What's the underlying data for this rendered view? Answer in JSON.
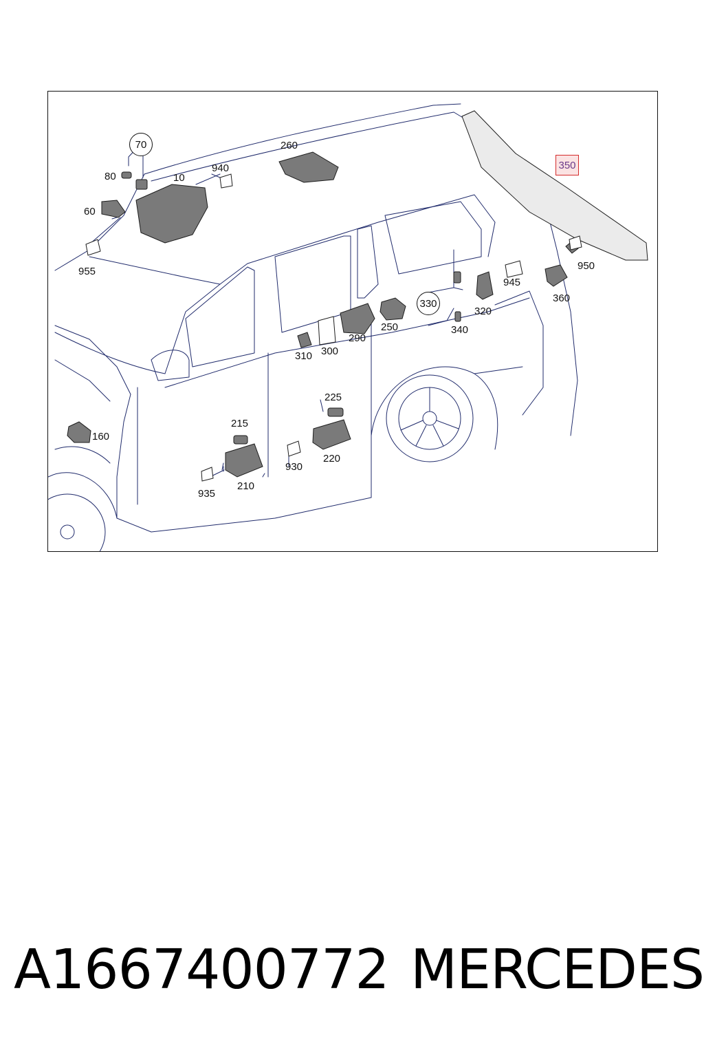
{
  "diagram": {
    "labels": {
      "p10": "10",
      "p60": "60",
      "p80": "80",
      "p160": "160",
      "p210": "210",
      "p215": "215",
      "p220": "220",
      "p225": "225",
      "p250": "250",
      "p260": "260",
      "p290": "290",
      "p300": "300",
      "p310": "310",
      "p320": "320",
      "p340": "340",
      "p360": "360",
      "p930": "930",
      "p935": "935",
      "p940": "940",
      "p945": "945",
      "p950": "950",
      "p955": "955"
    },
    "circled": {
      "p70": "70",
      "p330": "330"
    },
    "highlighted": {
      "p350": "350"
    }
  },
  "footer": {
    "part_number": "A1667400772",
    "brand": "MERCEDES"
  },
  "colors": {
    "line": "#1f2a6b",
    "highlight_border": "#d42a2a",
    "highlight_fill": "#fbe3e3"
  }
}
